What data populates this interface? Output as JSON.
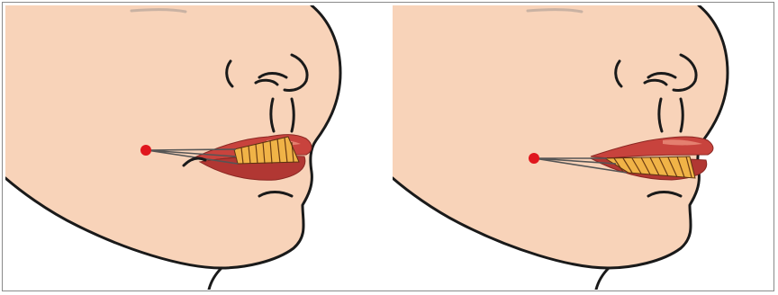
{
  "panels": [
    {
      "id": "left",
      "illustration": "face-profile",
      "elements": [
        "nose",
        "philtrum",
        "lips",
        "muscle-strip",
        "suture-thread",
        "anchor-point",
        "chin-crease",
        "jaw-line"
      ]
    },
    {
      "id": "right",
      "illustration": "face-profile",
      "elements": [
        "nose",
        "philtrum",
        "lips",
        "muscle-strip",
        "suture-thread",
        "anchor-point",
        "chin-crease",
        "jaw-line"
      ]
    }
  ],
  "colors": {
    "skin": "#f8d3b9",
    "outline": "#1a1a1a",
    "lip": "#c8433d",
    "lip_highlight": "#e98a78",
    "lip_shadow": "#9c2a26",
    "muscle": "#f0b347",
    "muscle_stripe": "#6b3b12",
    "thread": "#555555",
    "anchor": "#e0161d",
    "frame": "#8a8a8a"
  }
}
